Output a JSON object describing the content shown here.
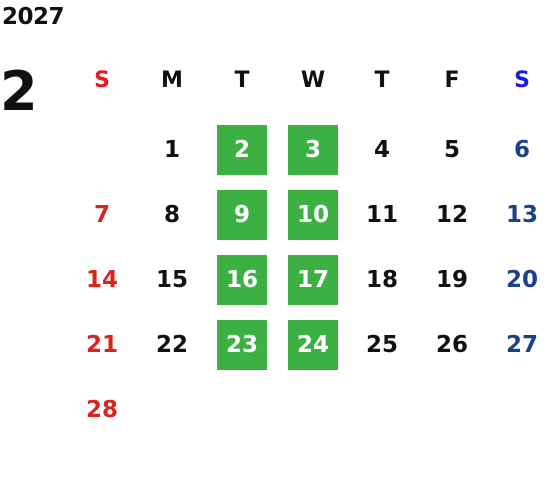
{
  "calendar": {
    "year": "2027",
    "month": "2",
    "weekdays": [
      "S",
      "M",
      "T",
      "W",
      "T",
      "F",
      "S"
    ],
    "weeks": [
      [
        "",
        "1",
        "2",
        "3",
        "4",
        "5",
        "6"
      ],
      [
        "7",
        "8",
        "9",
        "10",
        "11",
        "12",
        "13"
      ],
      [
        "14",
        "15",
        "16",
        "17",
        "18",
        "19",
        "20"
      ],
      [
        "21",
        "22",
        "23",
        "24",
        "25",
        "26",
        "27"
      ],
      [
        "28",
        "",
        "",
        "",
        "",
        "",
        ""
      ]
    ],
    "highlighted_days": [
      "2",
      "3",
      "9",
      "10",
      "16",
      "17",
      "23",
      "24"
    ]
  },
  "colors": {
    "sunday_header": "#e8191f",
    "saturday_header": "#1a1adf",
    "sunday_date": "#d7261e",
    "saturday_date": "#1e3f8c",
    "weekday": "#111111",
    "highlight_bg": "#3cb043",
    "highlight_text": "#ffffff"
  }
}
